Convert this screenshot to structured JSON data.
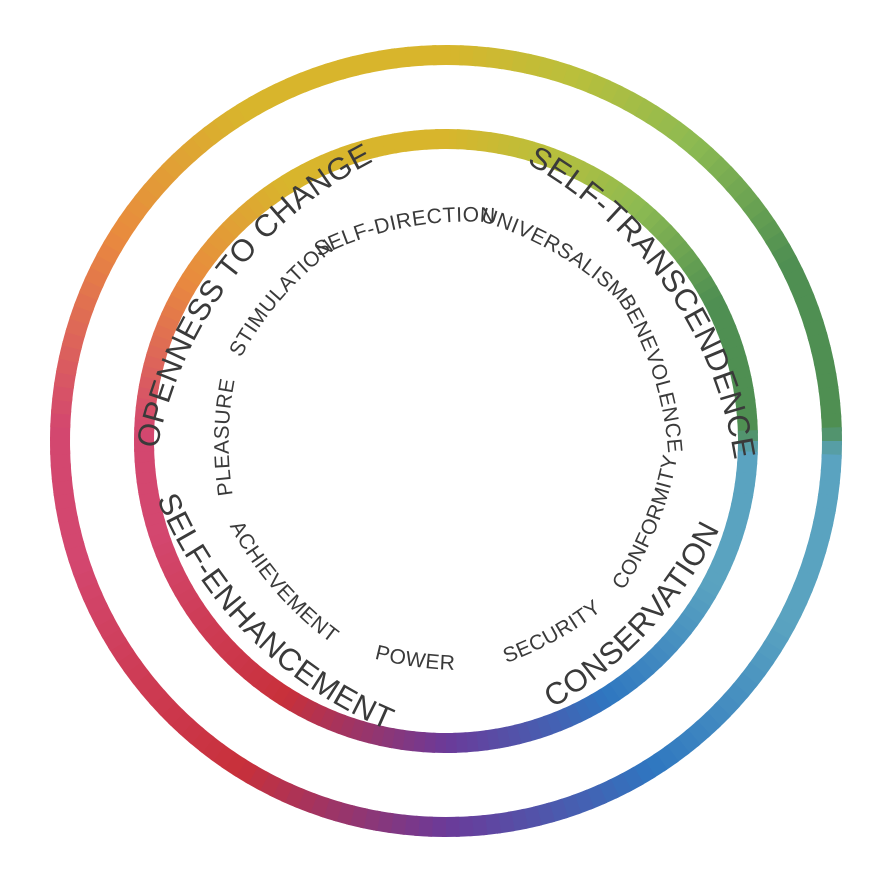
{
  "colors": {
    "yellow": "#d8b52c",
    "yellow_green": "#b8bf3c",
    "light_green": "#8cba52",
    "green": "#4f8f52",
    "teal": "#5aa3c0",
    "blue": "#2f76c0",
    "purple": "#6b3a99",
    "red": "#c8303a",
    "pink": "#d3476f",
    "orange": "#e98a3e",
    "text": "#3a3a3a"
  },
  "outer_labels": [
    {
      "id": "openness",
      "text": "OPENNESS TO CHANGE",
      "angle": 307
    },
    {
      "id": "self_transcendence",
      "text": "SELF-TRANSCENDENCE",
      "angle": 55
    },
    {
      "id": "conservation",
      "text": "CONSERVATION",
      "angle": 133
    },
    {
      "id": "self_enhancement",
      "text": "SELF-ENHANCEMENT",
      "angle": 225
    }
  ],
  "inner_labels": [
    {
      "id": "self_direction",
      "text": "SELF-DIRECTION",
      "angle": 349
    },
    {
      "id": "universalism",
      "text": "UNIVERSALISM",
      "angle": 30
    },
    {
      "id": "benevolence",
      "text": "BENEVOLENCE",
      "angle": 72
    },
    {
      "id": "conformity",
      "text": "CONFORMITY",
      "angle": 112
    },
    {
      "id": "security",
      "text": "SECURITY",
      "angle": 151
    },
    {
      "id": "power",
      "text": "POWER",
      "angle": 188
    },
    {
      "id": "achievement",
      "text": "ACHIEVEMENT",
      "angle": 229
    },
    {
      "id": "pleasure",
      "text": "PLEASURE",
      "angle": 271
    },
    {
      "id": "stimulation",
      "text": "STIMULATION",
      "angle": 311
    }
  ]
}
